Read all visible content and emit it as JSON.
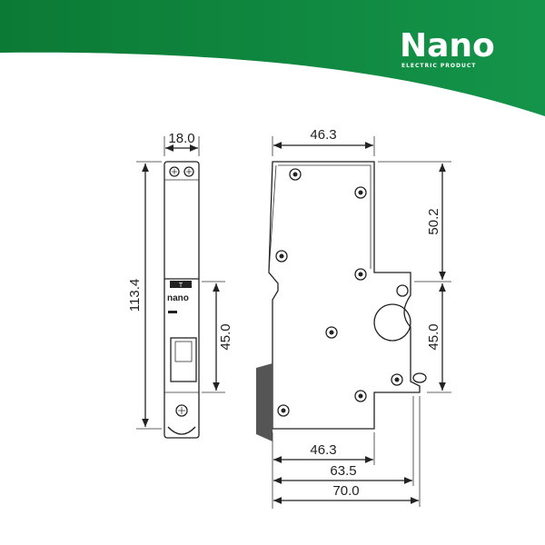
{
  "brand": {
    "logo_text": "Nano",
    "tagline": "ELECTRIC PRODUCT",
    "color": "#0e8a3e"
  },
  "device_label": {
    "badge": "T",
    "brand_mark": "nano"
  },
  "dimensions": {
    "front_width": "18.0",
    "front_height": "113.4",
    "front_lower": "45.0",
    "side_top_width": "46.3",
    "side_upper_height": "50.2",
    "side_lower_height": "45.0",
    "side_bottom_width": "46.3",
    "side_mid_width": "63.5",
    "side_total_width": "70.0"
  }
}
